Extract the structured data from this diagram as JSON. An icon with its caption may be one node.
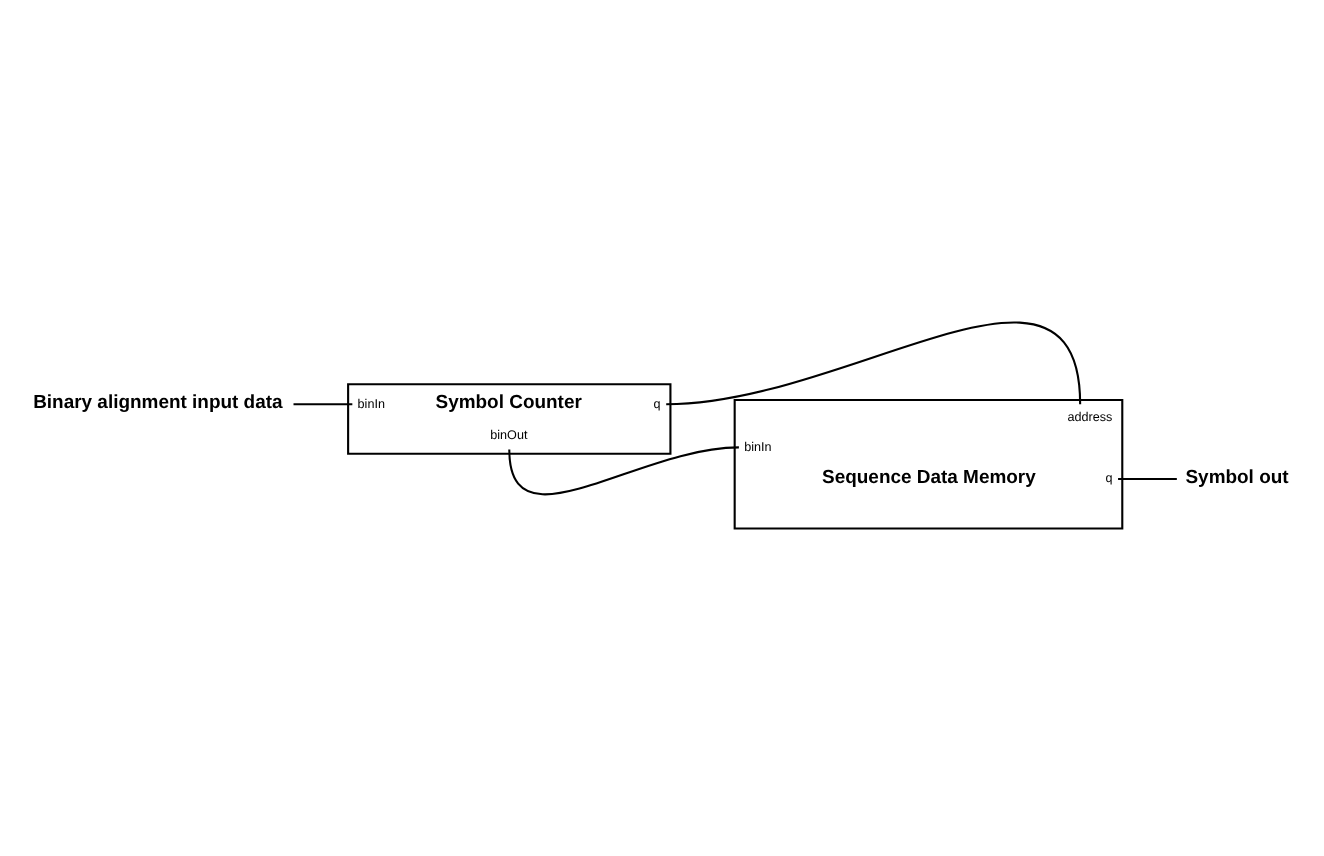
{
  "diagram": {
    "nodes": [
      {
        "text": [
          "binIn",
          "Symbol Counter",
          "q",
          "binOut"
        ]
      },
      {
        "text": [
          "address",
          "binIn",
          "Sequence Data Memory",
          "q"
        ]
      },
      {
        "text": [
          "Binary alignment input data"
        ]
      },
      {
        "text": [
          "Symbol out"
        ]
      }
    ],
    "edges": [
      {
        "from": 2,
        "to": 0,
        "arrow": "none"
      },
      {
        "from": 0,
        "to": 1,
        "arrow": "none"
      },
      {
        "from": 0,
        "to": 1,
        "arrow": "none"
      },
      {
        "from": 1,
        "to": 3,
        "arrow": "none"
      }
    ]
  }
}
